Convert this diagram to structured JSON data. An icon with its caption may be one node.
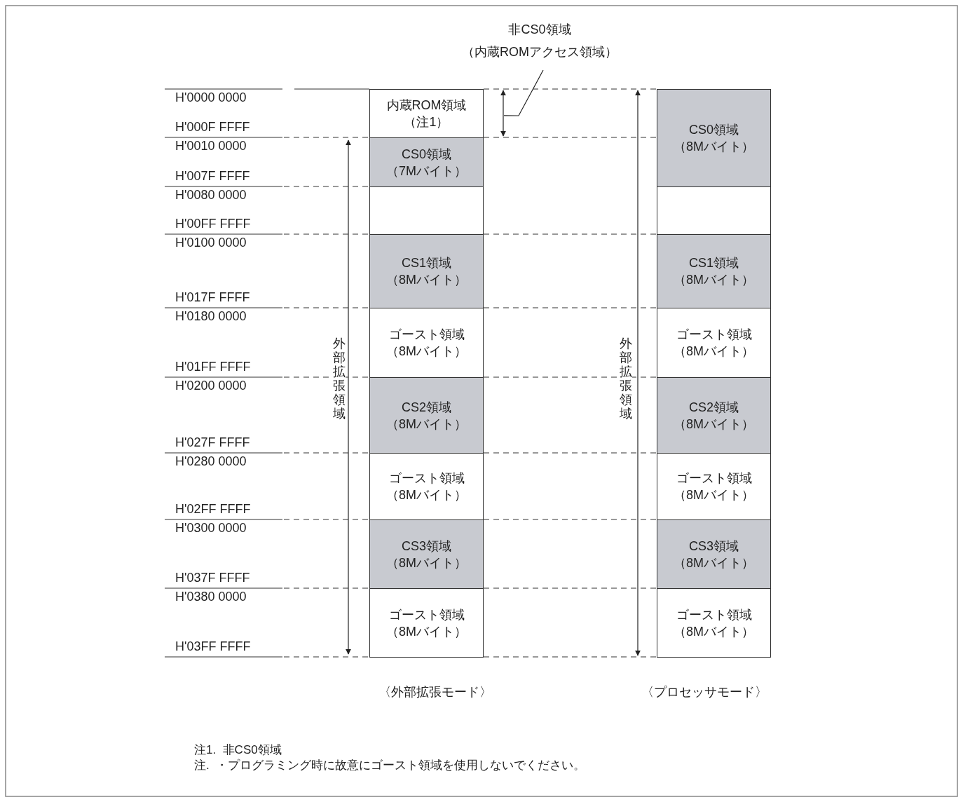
{
  "diagram": {
    "nodes": [
      {
        "text": [
          "非CS0領域",
          "（内蔵ROMアクセス領域）"
        ]
      },
      {
        "text": [
          "内蔵ROM領域",
          "（注1）"
        ]
      },
      {
        "text": [
          "CS0領域",
          "（7Mバイト）"
        ]
      },
      {
        "text": [],
        "shape": "box"
      },
      {
        "text": [
          "CS1領域",
          "（8Mバイト）"
        ]
      },
      {
        "text": [
          "ゴースト領域",
          "（8Mバイト）"
        ]
      },
      {
        "text": [
          "CS2領域",
          "（8Mバイト）"
        ]
      },
      {
        "text": [
          "ゴースト領域",
          "（8Mバイト）"
        ]
      },
      {
        "text": [
          "CS3領域",
          "（8Mバイト）"
        ]
      },
      {
        "text": [
          "ゴースト領域",
          "（8Mバイト）"
        ]
      },
      {
        "text": [
          "CS0領域",
          "（8Mバイト）"
        ]
      },
      {
        "text": [],
        "shape": "box"
      },
      {
        "text": [
          "CS1領域",
          "（8Mバイト）"
        ]
      },
      {
        "text": [
          "ゴースト領域",
          "（8Mバイト）"
        ]
      },
      {
        "text": [
          "CS2領域",
          "（8Mバイト）"
        ]
      },
      {
        "text": [
          "ゴースト領域",
          "（8Mバイト）"
        ]
      },
      {
        "text": [
          "CS3領域",
          "（8Mバイト）"
        ]
      },
      {
        "text": [
          "ゴースト領域",
          "（8Mバイト）"
        ]
      },
      {
        "text": [],
        "shape": "arrow"
      }
    ],
    "edges": [
      {
        "from": 0,
        "to": 18,
        "arrow": "none"
      }
    ],
    "labels": [
      "H'0000 0000",
      "H'000F FFFF",
      "H'0010 0000",
      "H'007F FFFF",
      "H'0080 0000",
      "H'00FF FFFF",
      "H'0100 0000",
      "H'017F FFFF",
      "H'0180 0000",
      "H'01FF FFFF",
      "H'0200 0000",
      "H'027F FFFF",
      "H'0280 0000",
      "H'02FF FFFF",
      "H'0300 0000",
      "H'037F FFFF",
      "H'0380 0000",
      "H'03FF FFFF",
      "外部拡張領域",
      "外部拡張領域",
      "〈外部拡張モード〉",
      "〈プロセッサモード〉",
      "注1.  非CS0領域",
      "注.  ・プログラミング時に故意にゴースト領域を使用しないでください。"
    ]
  }
}
